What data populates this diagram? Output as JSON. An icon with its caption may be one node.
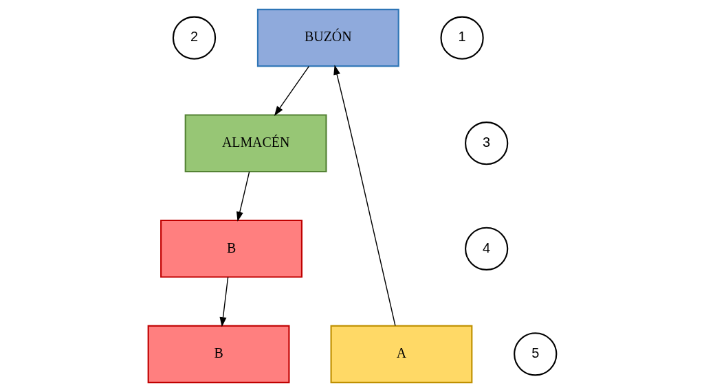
{
  "diagram": {
    "nodes": [
      {
        "text": [
          "2"
        ]
      },
      {
        "text": [
          "BUZÓN"
        ]
      },
      {
        "text": [
          "1"
        ]
      },
      {
        "text": [
          "3"
        ]
      },
      {
        "text": [
          "ALMACÉN"
        ]
      },
      {
        "text": [
          "B"
        ]
      },
      {
        "text": [
          "A"
        ]
      },
      {
        "text": [
          "4"
        ]
      },
      {
        "text": [
          "5"
        ]
      },
      {
        "text": [
          "B"
        ]
      }
    ],
    "edges": [
      {
        "from": 6,
        "to": 1,
        "arrow": "to"
      },
      {
        "from": 1,
        "to": 4,
        "arrow": "to"
      },
      {
        "from": 4,
        "to": 9,
        "arrow": "to"
      },
      {
        "from": 9,
        "to": 5,
        "arrow": "to"
      }
    ]
  }
}
